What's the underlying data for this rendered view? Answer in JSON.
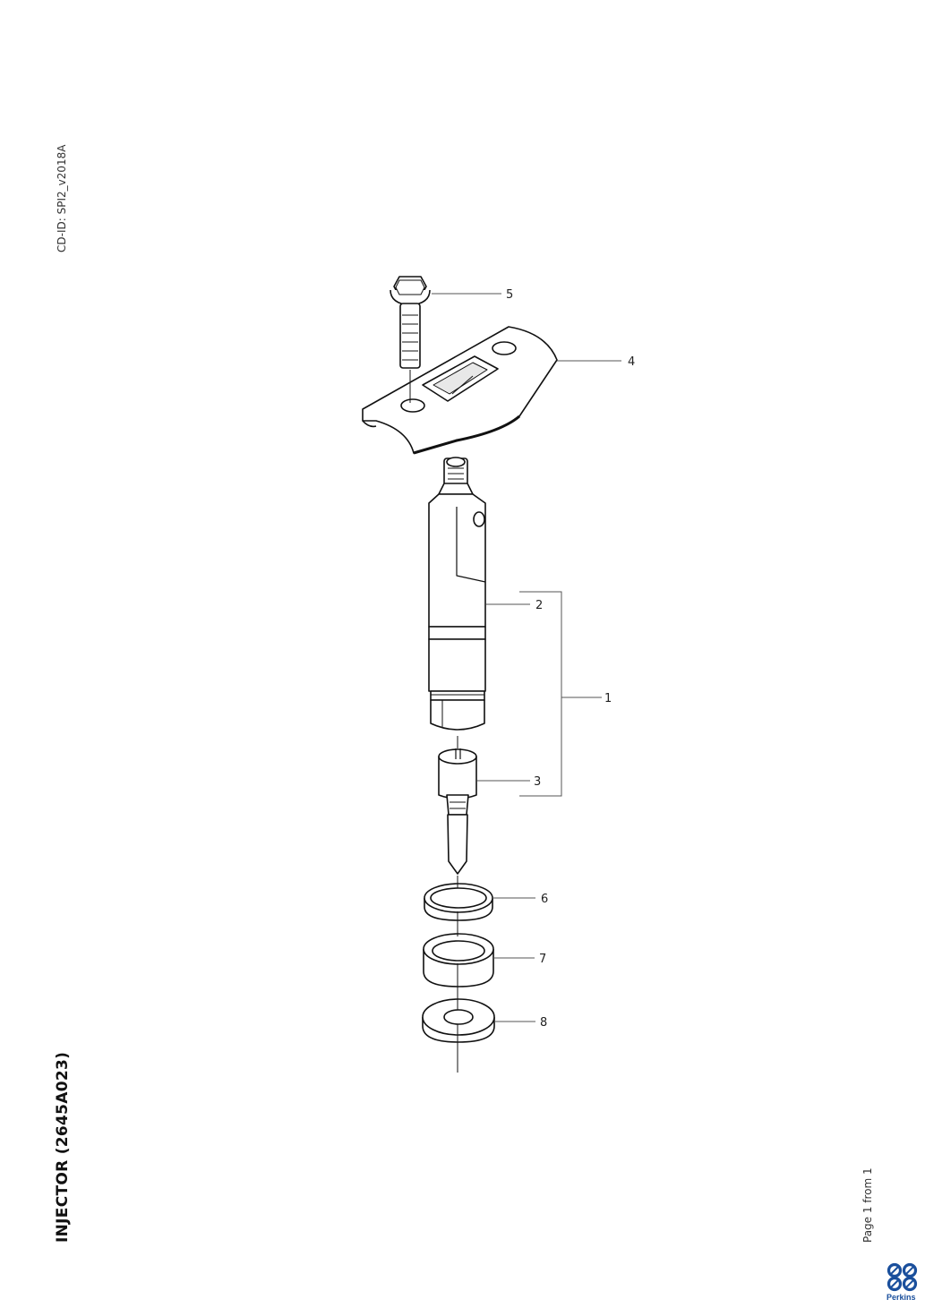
{
  "document": {
    "cd_id": "CD-ID: SPI2_v2018A",
    "title": "INJECTOR (2645A023)",
    "page": "Page 1 from 1"
  },
  "brand": {
    "name": "Perkins",
    "color": "#1a4f9c"
  },
  "callouts": {
    "c1": "1",
    "c2": "2",
    "c3": "3",
    "c4": "4",
    "c5": "5",
    "c6": "6",
    "c7": "7",
    "c8": "8"
  }
}
